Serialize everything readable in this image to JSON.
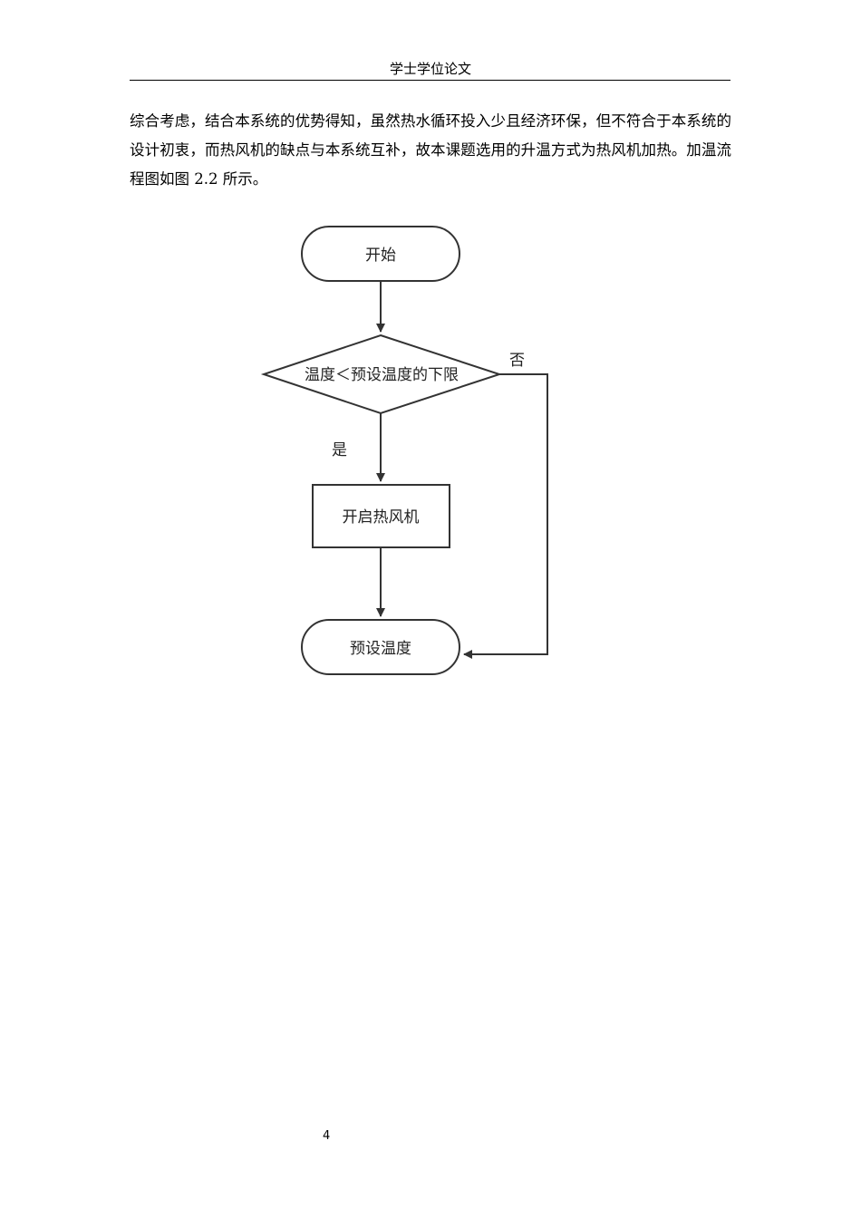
{
  "header": {
    "title": "学士学位论文"
  },
  "body": {
    "paragraph": "综合考虑，结合本系统的优势得知，虽然热水循环投入少且经济环保，但不符合于本系统的设计初衷，而热风机的缺点与本系统互补，故本课题选用的升温方式为热风机加热。加温流程图如图 2.2 所示。"
  },
  "flowchart": {
    "start": "开始",
    "decision": "温度＜预设温度的下限",
    "yes_label": "是",
    "no_label": "否",
    "process": "开启热风机",
    "end": "预设温度"
  },
  "footer": {
    "page_number": "4"
  }
}
